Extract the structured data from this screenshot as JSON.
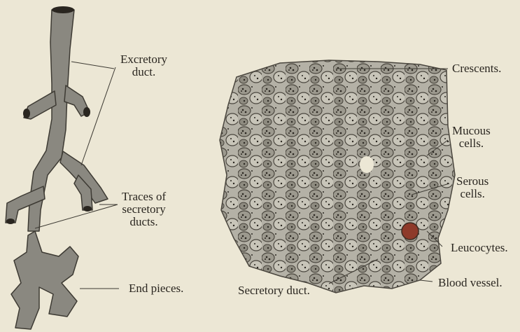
{
  "left_figure": {
    "labels": {
      "excretory_duct": "Excretory\nduct.",
      "secretory_ducts": "Traces of\nsecretory\nducts.",
      "end_pieces": "End pieces."
    }
  },
  "right_figure": {
    "labels": {
      "crescents": "Crescents.",
      "mucous_cells": "Mucous\ncells.",
      "serous_cells": "Serous\ncells.",
      "leucocytes": "Leucocytes.",
      "blood_vessel": "Blood vessel.",
      "secretory_duct": "Secretory duct."
    }
  },
  "colors": {
    "background": "#ece7d5",
    "ink": "#2a2620",
    "duct_fill": "#8a8880",
    "tissue_fill": "#a8a59b"
  }
}
